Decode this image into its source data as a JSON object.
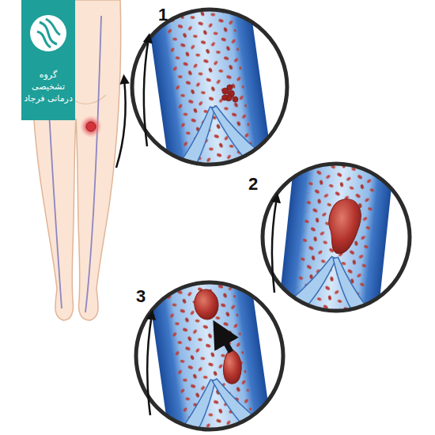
{
  "diagram": {
    "nodes": [
      {
        "text": [
          "گروه تشخیصی درمانی فرجاد"
        ]
      }
    ],
    "labels": [
      "1",
      "2",
      "3"
    ]
  }
}
